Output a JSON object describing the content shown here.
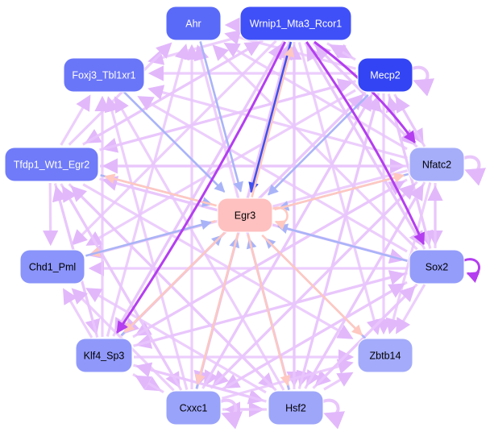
{
  "graph": {
    "title": "Egr3 regulatory network",
    "nodes": [
      {
        "id": "Ahr",
        "label": "Ahr",
        "fill": "#5a6af8",
        "text": "#ffffff"
      },
      {
        "id": "Wrnip1_Mta3_Rcor1",
        "label": "Wrnip1_Mta3_Rcor1",
        "fill": "#4050f8",
        "text": "#ffffff"
      },
      {
        "id": "Mecp2",
        "label": "Mecp2",
        "fill": "#3344f5",
        "text": "#ffffff"
      },
      {
        "id": "Foxj3_Tbl1xr1",
        "label": "Foxj3_Tbl1xr1",
        "fill": "#6a76f8",
        "text": "#ffffff"
      },
      {
        "id": "Tfdp1_Wt1_Egr2",
        "label": "Tfdp1_Wt1_Egr2",
        "fill": "#6f7bf8",
        "text": "#ffffff"
      },
      {
        "id": "Nfatc2",
        "label": "Nfatc2",
        "fill": "#a6aefa",
        "text": "#000000"
      },
      {
        "id": "Egr3",
        "label": "Egr3",
        "fill": "#ffc0c0",
        "text": "#000000"
      },
      {
        "id": "Chd1_Pml",
        "label": "Chd1_Pml",
        "fill": "#8a94fa",
        "text": "#000000"
      },
      {
        "id": "Sox2",
        "label": "Sox2",
        "fill": "#949dfa",
        "text": "#000000"
      },
      {
        "id": "Klf4_Sp3",
        "label": "Klf4_Sp3",
        "fill": "#9099fa",
        "text": "#000000"
      },
      {
        "id": "Zbtb14",
        "label": "Zbtb14",
        "fill": "#a3abfa",
        "text": "#000000"
      },
      {
        "id": "Cxxc1",
        "label": "Cxxc1",
        "fill": "#9aa3fa",
        "text": "#000000"
      },
      {
        "id": "Hsf2",
        "label": "Hsf2",
        "fill": "#9ea6fa",
        "text": "#000000"
      }
    ],
    "edge_colors": {
      "background": "#e9c6fb",
      "strong": "#b43ef0",
      "to_target_blue": "#a9b4f8",
      "from_target_pink": "#ffc8c0",
      "dark_blue": "#4050f0"
    },
    "edges": [
      {
        "from": "Ahr",
        "to": "Egr3",
        "type": "to_target_blue"
      },
      {
        "from": "Wrnip1_Mta3_Rcor1",
        "to": "Egr3",
        "type": "dark_blue"
      },
      {
        "from": "Egr3",
        "to": "Wrnip1_Mta3_Rcor1",
        "type": "from_target_pink"
      },
      {
        "from": "Mecp2",
        "to": "Egr3",
        "type": "to_target_blue"
      },
      {
        "from": "Foxj3_Tbl1xr1",
        "to": "Egr3",
        "type": "to_target_blue"
      },
      {
        "from": "Tfdp1_Wt1_Egr2",
        "to": "Egr3",
        "type": "to_target_blue"
      },
      {
        "from": "Egr3",
        "to": "Tfdp1_Wt1_Egr2",
        "type": "from_target_pink"
      },
      {
        "from": "Nfatc2",
        "to": "Egr3",
        "type": "to_target_blue"
      },
      {
        "from": "Egr3",
        "to": "Nfatc2",
        "type": "from_target_pink"
      },
      {
        "from": "Sox2",
        "to": "Egr3",
        "type": "to_target_blue"
      },
      {
        "from": "Egr3",
        "to": "Chd1_Pml",
        "type": "from_target_pink"
      },
      {
        "from": "Chd1_Pml",
        "to": "Egr3",
        "type": "to_target_blue"
      },
      {
        "from": "Klf4_Sp3",
        "to": "Egr3",
        "type": "to_target_blue"
      },
      {
        "from": "Egr3",
        "to": "Klf4_Sp3",
        "type": "from_target_pink"
      },
      {
        "from": "Zbtb14",
        "to": "Egr3",
        "type": "to_target_blue"
      },
      {
        "from": "Egr3",
        "to": "Zbtb14",
        "type": "from_target_pink"
      },
      {
        "from": "Cxxc1",
        "to": "Egr3",
        "type": "to_target_blue"
      },
      {
        "from": "Egr3",
        "to": "Cxxc1",
        "type": "from_target_pink"
      },
      {
        "from": "Hsf2",
        "to": "Egr3",
        "type": "to_target_blue"
      },
      {
        "from": "Egr3",
        "to": "Hsf2",
        "type": "from_target_pink"
      },
      {
        "from": "Egr3",
        "to": "Egr3",
        "type": "from_target_pink"
      },
      {
        "from": "Wrnip1_Mta3_Rcor1",
        "to": "Nfatc2",
        "type": "strong"
      },
      {
        "from": "Wrnip1_Mta3_Rcor1",
        "to": "Sox2",
        "type": "strong"
      },
      {
        "from": "Wrnip1_Mta3_Rcor1",
        "to": "Klf4_Sp3",
        "type": "strong"
      },
      {
        "from": "Sox2",
        "to": "Sox2",
        "type": "strong"
      },
      {
        "from": "Mecp2",
        "to": "Mecp2",
        "type": "background"
      },
      {
        "from": "Nfatc2",
        "to": "Nfatc2",
        "type": "background"
      },
      {
        "from": "Cxxc1",
        "to": "Cxxc1",
        "type": "background"
      },
      {
        "from": "Hsf2",
        "to": "Hsf2",
        "type": "background"
      }
    ]
  }
}
